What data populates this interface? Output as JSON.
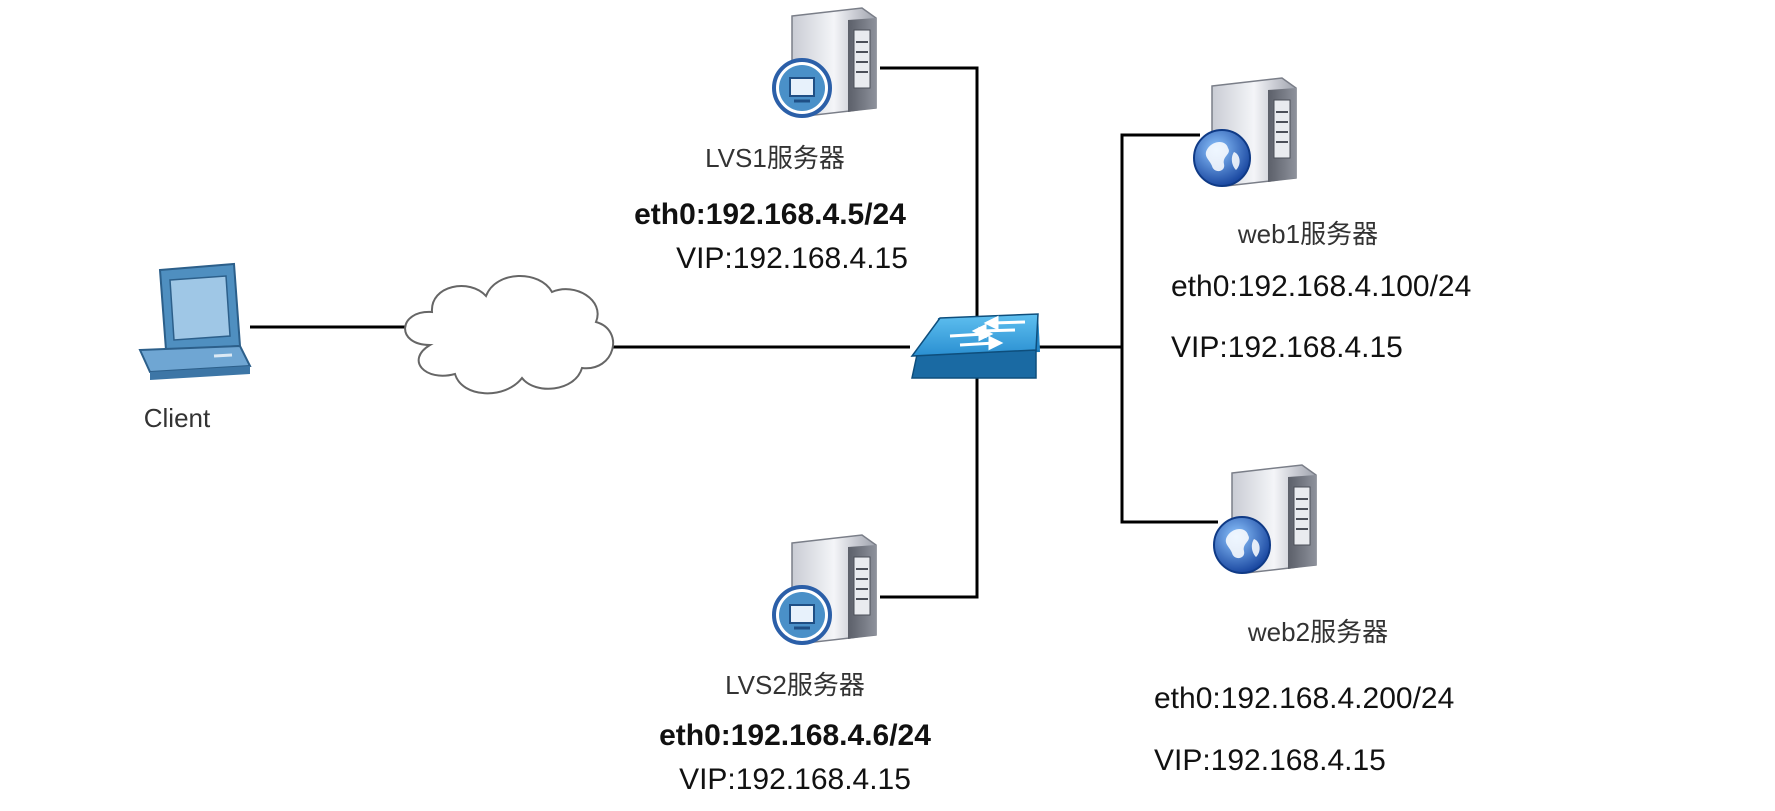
{
  "client": {
    "label": "Client"
  },
  "lvs1": {
    "name": "LVS1服务器",
    "eth0": "eth0:192.168.4.5/24",
    "vip": "VIP:192.168.4.15"
  },
  "lvs2": {
    "name": "LVS2服务器",
    "eth0": "eth0:192.168.4.6/24",
    "vip": "VIP:192.168.4.15"
  },
  "web1": {
    "name": "web1服务器",
    "eth0": "eth0:192.168.4.100/24",
    "vip": "VIP:192.168.4.15"
  },
  "web2": {
    "name": "web2服务器",
    "eth0": "eth0:192.168.4.200/24",
    "vip": "VIP:192.168.4.15"
  },
  "icons": {
    "client": "computer-icon",
    "cloud": "cloud-icon",
    "switch": "switch-icon",
    "lvs": "server-monitor-icon",
    "web": "server-globe-icon"
  },
  "colors": {
    "line": "#000000",
    "switch": "#2a8fd1",
    "monitor": "#4a90c8",
    "globe": "#1f5fb8"
  }
}
